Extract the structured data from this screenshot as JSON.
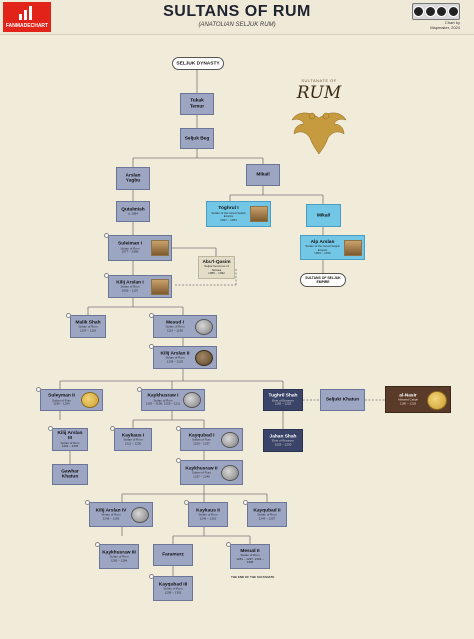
{
  "header": {
    "title": "SULTANS OF RUM",
    "subtitle": "(ANATOLIAN SELJUK RUM)",
    "logo_text": "FANMADECHART",
    "license": "CC BY-NC-SA",
    "credit_line1": "Chart by",
    "credit_line2": "Mapmaker, 2024"
  },
  "emblem": {
    "label_top": "SULTANATE OF",
    "label_main": "RUM"
  },
  "nodes": {
    "dynasty": {
      "name": "SELJUK DYNASTY"
    },
    "tukak": {
      "name": "Tukak Temur"
    },
    "seljuk_beg": {
      "name": "Seljuk Beg"
    },
    "arslan": {
      "name": "Arslan Yagbu"
    },
    "mikail": {
      "name": "Mikail"
    },
    "qutalmish": {
      "name": "Qutalmish",
      "sub": "d. 1064"
    },
    "toghrul": {
      "name": "Toghrul I",
      "sub": "Sultan of the Great Seljuk Empire",
      "sub2": "1037 – 1063"
    },
    "mikail2": {
      "name": "Mikail"
    },
    "suleiman1": {
      "name": "Suleiman I",
      "sub": "Sultan of Rum",
      "sub2": "1077 – 1086"
    },
    "alp_arslan": {
      "name": "Alp Arslan",
      "sub": "Sultan of the Great Seljuk Empire",
      "sub2": "1063 – 1072"
    },
    "abul_qasim": {
      "name": "Abu'l-Qasim",
      "sub": "Seljuk Governor of Nicaea",
      "sub2": "1086 – 1092"
    },
    "sultans_empire": {
      "name": "SULTANS OF SELJUK EMPIRE"
    },
    "kilij1": {
      "name": "Kilij Arslan I",
      "sub": "Sultan of Rum",
      "sub2": "1092 – 1107"
    },
    "malik": {
      "name": "Malik Shah",
      "sub": "Sultan of Rum",
      "sub2": "1107 – 1116"
    },
    "mesud1": {
      "name": "Mesud I",
      "sub": "Sultan of Rum",
      "sub2": "1116 – 1156"
    },
    "kilij2": {
      "name": "Kilij Arslan II",
      "sub": "Sultan of Rum",
      "sub2": "1156 – 1192"
    },
    "suleyman2": {
      "name": "Suleyman II",
      "sub": "Sultan of Rum",
      "sub2": "1196 – 1204"
    },
    "kaykhusraw1": {
      "name": "Kaykhusraw I",
      "sub": "Sultan of Rum",
      "sub2": "1192 – 1196, 1205 – 1211"
    },
    "tughril": {
      "name": "Tughril Shah",
      "sub": "Emir of Erzurum",
      "sub2": "1192 – 1225"
    },
    "seljuki": {
      "name": "Seljuki Khatun"
    },
    "alnasir": {
      "name": "al-Nasir",
      "sub": "Abbasid Caliph",
      "sub2": "1180 – 1225"
    },
    "kilij3": {
      "name": "Kilij Arslan III",
      "sub": "Sultan of Rum",
      "sub2": "1204 – 1205"
    },
    "kaykaus1": {
      "name": "Kaykaus I",
      "sub": "Sultan of Rum",
      "sub2": "1211 – 1220"
    },
    "kayqubad1": {
      "name": "Kayqubad I",
      "sub": "Sultan of Rum",
      "sub2": "1220 – 1237"
    },
    "jahan": {
      "name": "Jahan Shah",
      "sub": "Emir of Erzurum",
      "sub2": "1225 – 1230"
    },
    "gawhar": {
      "name": "Gawhar Khatun"
    },
    "kaykhusraw2": {
      "name": "Kaykhusraw II",
      "sub": "Sultan of Rum",
      "sub2": "1237 – 1246"
    },
    "kilij4": {
      "name": "Kilij Arslan IV",
      "sub": "Sultan of Rum",
      "sub2": "1248 – 1265"
    },
    "kaykaus2": {
      "name": "Kaykaus II",
      "sub": "Sultan of Rum",
      "sub2": "1246 – 1262"
    },
    "kayqubad2": {
      "name": "Kayqubad II",
      "sub": "Sultan of Rum",
      "sub2": "1249 – 1257"
    },
    "kaykhusraw3": {
      "name": "Kaykhusraw III",
      "sub": "Sultan of Rum",
      "sub2": "1265 – 1284"
    },
    "faramurz": {
      "name": "Faramurz"
    },
    "mesud2": {
      "name": "Mesud II",
      "sub": "Sultan of Rum",
      "sub2": "1284 – 1297, 1303 – 1308"
    },
    "kayqubad3": {
      "name": "Kayqubad III",
      "sub": "Sultan of Rum",
      "sub2": "1298 – 1302"
    }
  },
  "end_note": "THE END OF THE SULTANATE",
  "colors": {
    "background": "#f1ebda",
    "rum_sultan": "#9ca5c2",
    "great_seljuk": "#72c6e6",
    "erzurum": "#3a4468",
    "caliph": "#5a3a29",
    "line": "#777777"
  }
}
